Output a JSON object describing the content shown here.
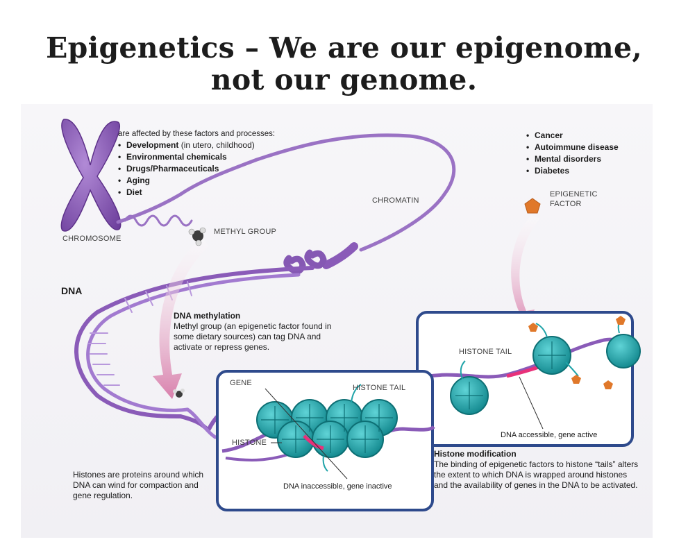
{
  "title": {
    "line1": "Epigenetics – We are our epigenome,",
    "line2": "not our genome."
  },
  "factors": {
    "intro": "are affected by these factors and processes:",
    "items": [
      {
        "bold": "Development",
        "note": " (in utero, childhood)"
      },
      {
        "bold": "Environmental chemicals",
        "note": ""
      },
      {
        "bold": "Drugs/Pharmaceuticals",
        "note": ""
      },
      {
        "bold": "Aging",
        "note": ""
      },
      {
        "bold": "Diet",
        "note": ""
      }
    ]
  },
  "diseases": [
    "Cancer",
    "Autoimmune disease",
    "Mental disorders",
    "Diabetes"
  ],
  "labels": {
    "chromosome": "CHROMOSOME",
    "chromatin": "CHROMATIN",
    "methyl_group": "METHYL GROUP",
    "epigenetic_factor_1": "EPIGENETIC",
    "epigenetic_factor_2": "FACTOR",
    "dna": "DNA",
    "gene": "GENE",
    "histone": "HISTONE",
    "histone_tail_left": "HISTONE TAIL",
    "histone_tail_right": "HISTONE TAIL",
    "dna_inaccessible": "DNA inaccessible, gene inactive",
    "dna_accessible": "DNA accessible, gene active"
  },
  "methylation": {
    "heading": "DNA methylation",
    "text": "Methyl group (an epigenetic factor found in some dietary sources) can tag DNA and activate or repress genes."
  },
  "histones_note": "Histones are proteins around which DNA can wind for compaction and gene regulation.",
  "histone_mod": {
    "heading": "Histone modification",
    "text": "The binding of epigenetic factors to histone “tails” alters the extent to which DNA is wrapped around histones and the availability of genes in the DNA to be activated."
  },
  "colors": {
    "purple": "#8a5bb8",
    "teal": "#1fa3a8",
    "box_border": "#2e4a8c",
    "gene_pink": "#e8317a",
    "factor_orange": "#e0782a"
  }
}
